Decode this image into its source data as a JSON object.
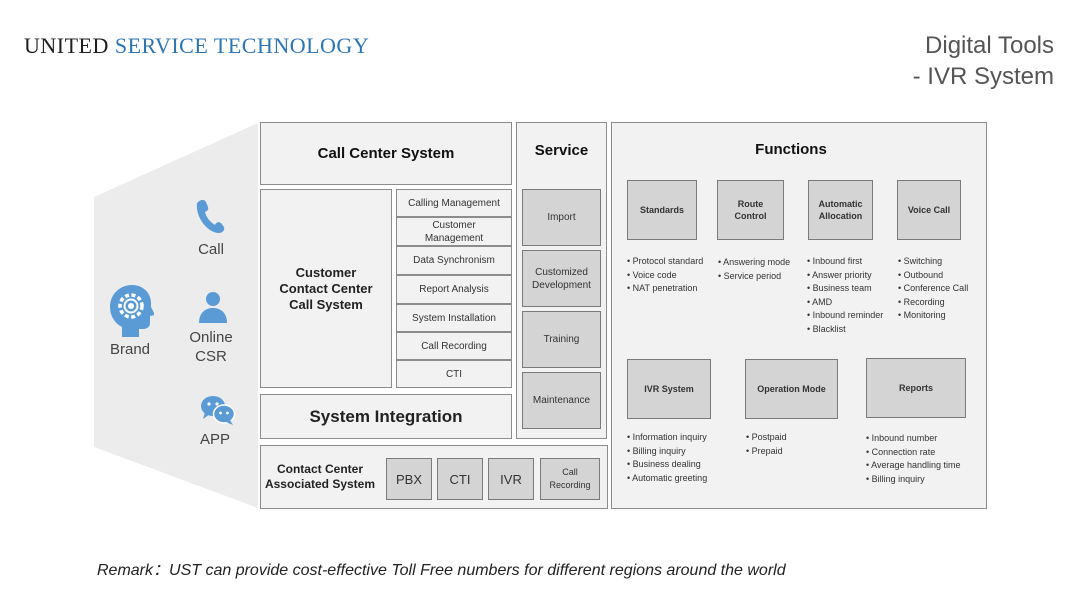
{
  "header": {
    "company_part1": "UNITED",
    "company_part2": "SERVICE TECHNOLOGY",
    "title_line1": "Digital Tools",
    "title_line2": "- IVR System"
  },
  "channels": {
    "brand": "Brand",
    "call": "Call",
    "online_line1": "Online",
    "online_line2": "CSR",
    "app": "APP"
  },
  "call_center": {
    "title": "Call Center System",
    "customer_system_line1": "Customer",
    "customer_system_line2": "Contact Center",
    "customer_system_line3": "Call System",
    "modules": [
      "Calling Management",
      "Customer Management",
      "Data Synchronism",
      "Report Analysis",
      "System Installation",
      "Call Recording",
      "CTI"
    ],
    "integration": "System Integration",
    "associated_line1": "Contact Center",
    "associated_line2": "Associated System",
    "associated_items": [
      "PBX",
      "CTI",
      "IVR",
      "Call Recording"
    ]
  },
  "service": {
    "title": "Service",
    "items": [
      "Import",
      "Customized Development",
      "Training",
      "Maintenance"
    ]
  },
  "functions": {
    "title": "Functions",
    "groups": [
      {
        "name": "Standards",
        "bullets": [
          "Protocol standard",
          "Voice code",
          "NAT penetration"
        ]
      },
      {
        "name": "Route Control",
        "bullets": [
          "Answering mode",
          "Service period"
        ]
      },
      {
        "name": "Automatic Allocation",
        "bullets": [
          "Inbound first",
          "Answer priority",
          "Business team",
          "AMD",
          "Inbound reminder",
          "Blacklist"
        ]
      },
      {
        "name": "Voice Call",
        "bullets": [
          "Switching",
          "Outbound",
          "Conference Call",
          "Recording",
          "Monitoring"
        ]
      },
      {
        "name": "IVR System",
        "bullets": [
          "Information inquiry",
          "Billing inquiry",
          "Business dealing",
          "Automatic greeting"
        ]
      },
      {
        "name": "Operation Mode",
        "bullets": [
          "Postpaid",
          "Prepaid"
        ]
      },
      {
        "name": "Reports",
        "bullets": [
          "Inbound number",
          "Connection rate",
          "Average handling time",
          "Billing inquiry"
        ]
      }
    ]
  },
  "remark": "Remark：UST can provide cost-effective Toll Free numbers for different regions around the world",
  "colors": {
    "icon_blue": "#5b9bd5",
    "brand_blue": "#2e75b6"
  },
  "icons": [
    "brain-gear-icon",
    "phone-icon",
    "person-icon",
    "wechat-icon"
  ]
}
